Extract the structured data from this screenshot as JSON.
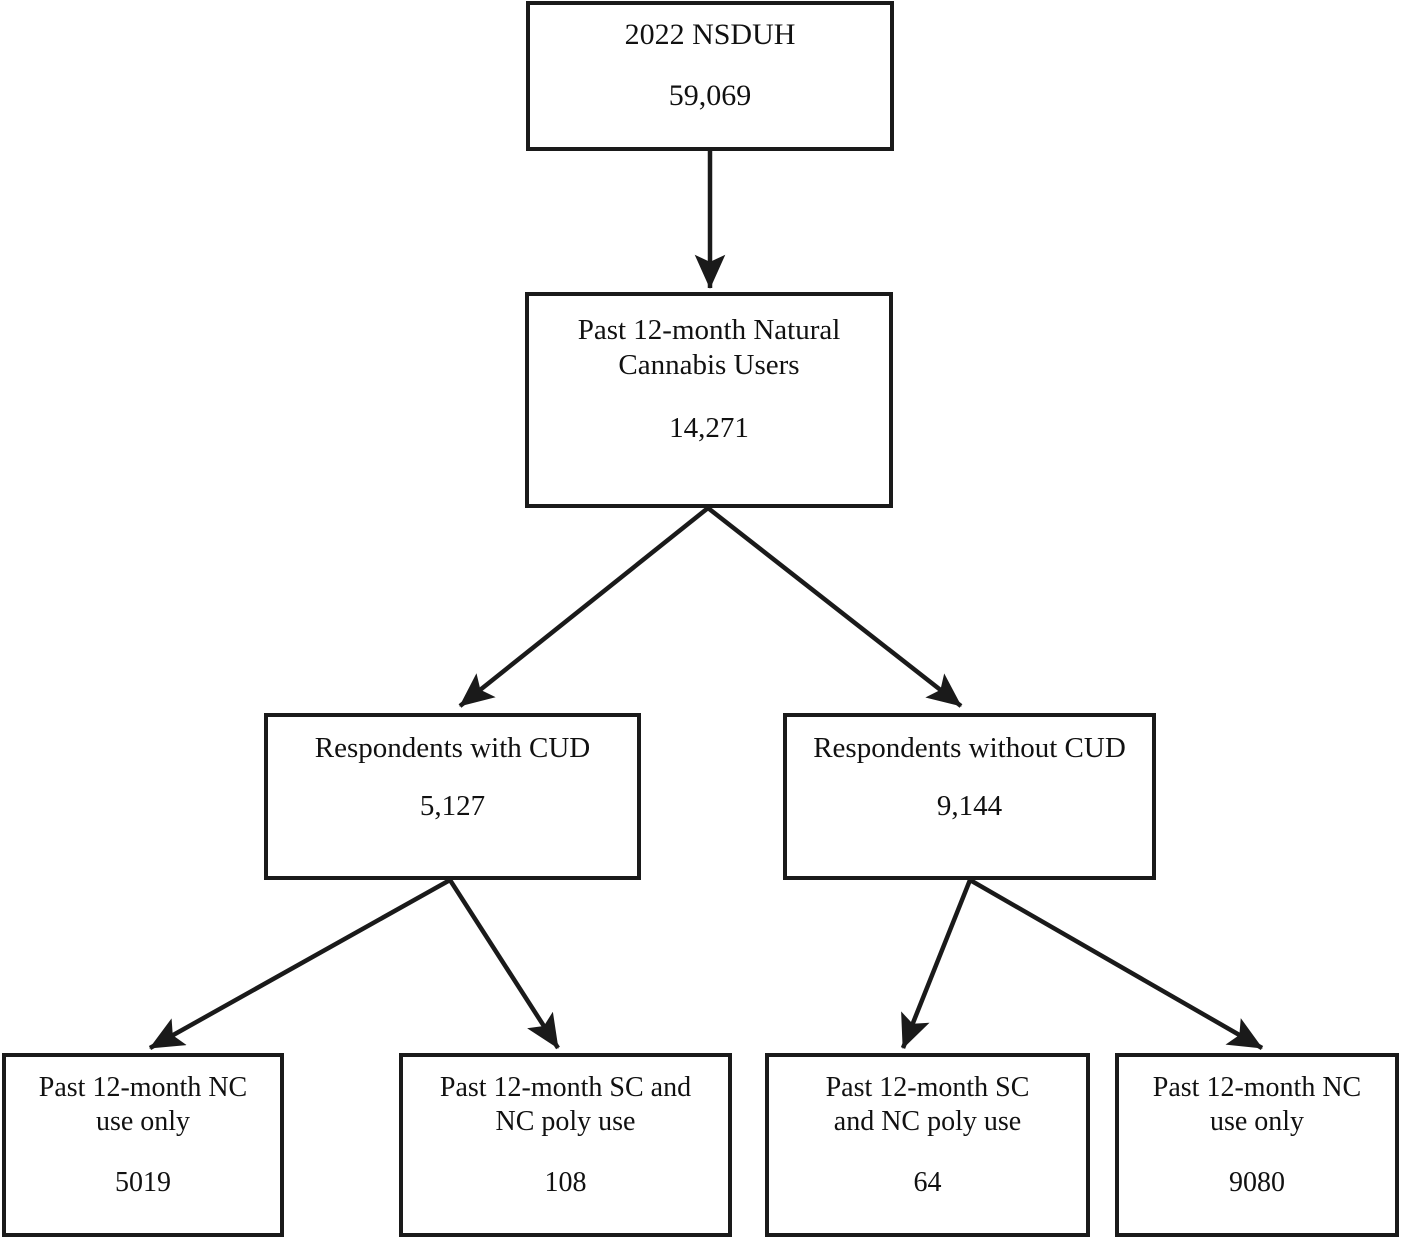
{
  "diagram": {
    "type": "flowchart",
    "orientation": "top-down",
    "nodes": {
      "root": {
        "title": "2022 NSDUH",
        "count": "59,069"
      },
      "nc_users": {
        "title": "Past 12-month Natural\nCannabis Users",
        "count": "14,271"
      },
      "cud_yes": {
        "title": "Respondents with CUD",
        "count": "5,127"
      },
      "cud_no": {
        "title": "Respondents without CUD",
        "count": "9,144"
      },
      "cud_nc_only": {
        "title": "Past 12-month NC\nuse only",
        "count": "5019"
      },
      "cud_poly": {
        "title": "Past 12-month SC and\nNC poly use",
        "count": "108"
      },
      "nocud_poly": {
        "title": "Past 12-month SC\nand NC poly use",
        "count": "64"
      },
      "nocud_nc_only": {
        "title": "Past 12-month NC\nuse only",
        "count": "9080"
      }
    },
    "colors": {
      "stroke": "#1a1a1a",
      "fill": "#ffffff",
      "text": "#111111"
    }
  }
}
